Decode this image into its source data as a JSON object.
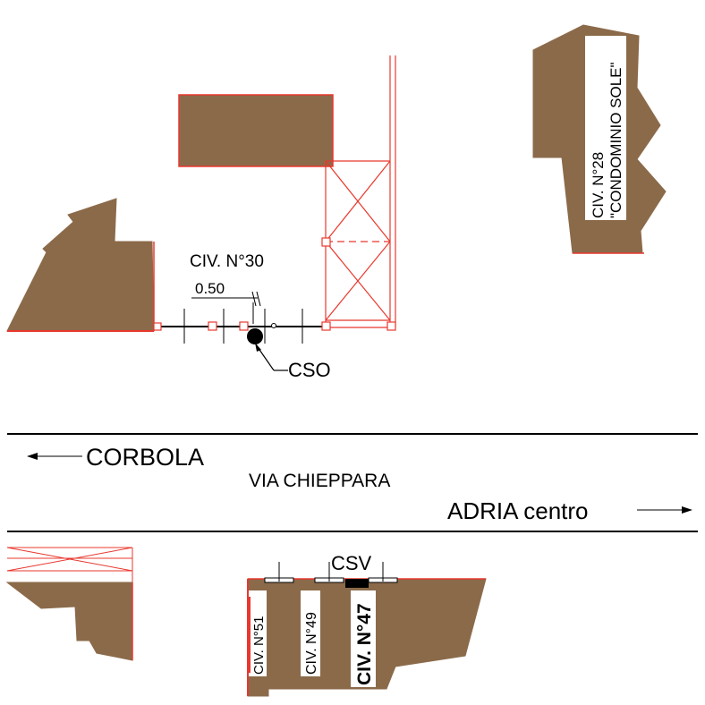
{
  "labels": {
    "civ30": "CIV. N°30",
    "dimension": "0.50",
    "cso": "CSO",
    "corbola": "CORBOLA",
    "street": "VIA CHIEPPARA",
    "adria": "ADRIA centro",
    "csv": "CSV",
    "civ28_line1": "CIV. N°28",
    "civ28_line2": "\"CONDOMINIO SOLE\"",
    "civ51": "CIV. N°51",
    "civ49": "CIV. N°49",
    "civ47": "CIV. N°47"
  },
  "colors": {
    "building_fill": "#8b6a4a",
    "building_edge": "#e8382e",
    "construction_line": "#e8382e",
    "line": "#000000",
    "background": "#ffffff"
  }
}
